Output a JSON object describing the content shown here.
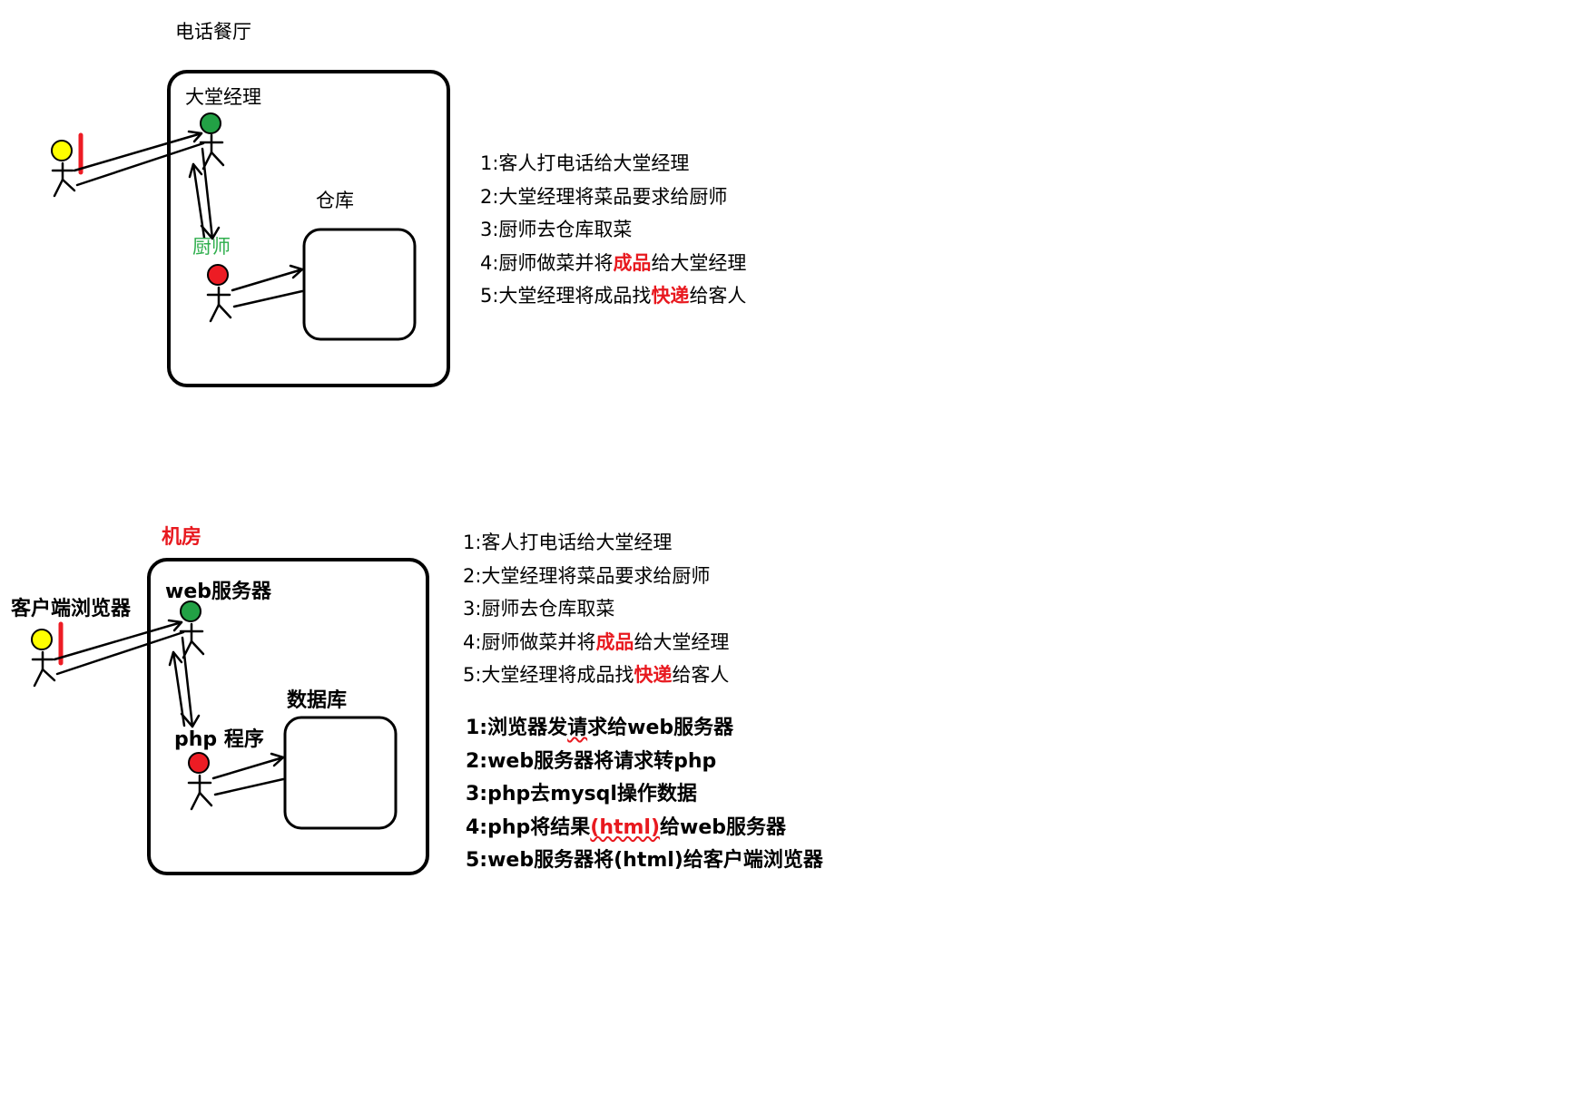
{
  "restaurant": {
    "title": "电话餐厅",
    "manager_label": "大堂经理",
    "chef_label": "厨师",
    "warehouse_label": "仓库",
    "steps": [
      {
        "pre": "1:客人打电话给大堂经理",
        "hl": "",
        "post": ""
      },
      {
        "pre": "2:大堂经理将菜品要求给厨师",
        "hl": "",
        "post": ""
      },
      {
        "pre": "3:厨师去仓库取菜",
        "hl": "",
        "post": ""
      },
      {
        "pre": "4:厨师做菜并将",
        "hl": "成品",
        "post": "给大堂经理"
      },
      {
        "pre": "5:大堂经理将成品找",
        "hl": "快递",
        "post": "给客人"
      }
    ]
  },
  "server_room": {
    "title": "机房",
    "client_label": "客户端浏览器",
    "web_server_label": "web服务器",
    "php_label": "php 程序",
    "database_label": "数据库",
    "analogy_steps": [
      {
        "pre": "1:客人打电话给大堂经理",
        "hl": "",
        "post": ""
      },
      {
        "pre": "2:大堂经理将菜品要求给厨师",
        "hl": "",
        "post": ""
      },
      {
        "pre": "3:厨师去仓库取菜",
        "hl": "",
        "post": ""
      },
      {
        "pre": "4:厨师做菜并将",
        "hl": "成品",
        "post": "给大堂经理"
      },
      {
        "pre": "5:大堂经理将成品找",
        "hl": "快递",
        "post": "给客人"
      }
    ],
    "web_steps": [
      {
        "a": "1:浏览器发",
        "b": "请",
        "c": "求给web服务器"
      },
      {
        "a": "2:web服务器将请求转php",
        "b": "",
        "c": ""
      },
      {
        "a": "3:php去mysql操作数据",
        "b": "",
        "c": ""
      },
      {
        "a": "4:php将结果",
        "b": "(html)",
        "c": "给web服务器"
      },
      {
        "a": "5:web服务器将(html)给客户端浏览器",
        "b": "",
        "c": ""
      }
    ]
  },
  "colors": {
    "customer_head": "#ffff00",
    "manager_head": "#22a145",
    "chef_head": "#ed1c24",
    "accent_red": "#e8191f",
    "chef_label_green": "#2eae4c"
  }
}
